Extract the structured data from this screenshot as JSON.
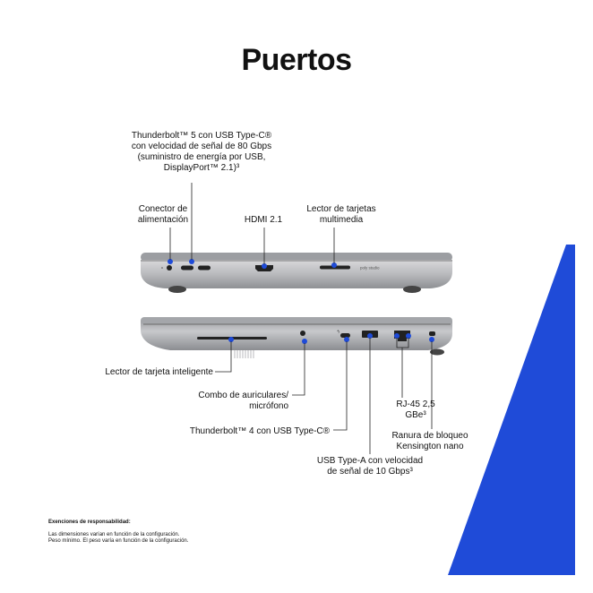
{
  "page": {
    "title": "Puertos",
    "accent_color": "#1f4bd8",
    "dot_color": "#1f4bd8"
  },
  "top_view": {
    "labels": {
      "tb5": [
        "Thunderbolt™ 5 con USB Type-C®",
        "con velocidad de señal de 80 Gbps",
        "(suministro de energía por USB,",
        "DisplayPort™ 2.1)³"
      ],
      "power": [
        "Conector de",
        "alimentación"
      ],
      "hdmi": [
        "HDMI 2.1"
      ],
      "card_reader": [
        "Lector de tarjetas",
        "multimedia"
      ]
    },
    "brand_text": "poly studio"
  },
  "bottom_view": {
    "labels": {
      "smart_card": "Lector de tarjeta inteligente",
      "audio": [
        "Combo de auriculares/",
        "micrófono"
      ],
      "tb4": "Thunderbolt™ 4 con USB Type-C®",
      "usba": [
        "USB Type-A con velocidad",
        "de señal de 10 Gbps³"
      ],
      "rj45": [
        "RJ-45 2,5",
        "GBe³"
      ],
      "kensington": [
        "Ranura de bloqueo",
        "Kensington nano"
      ]
    }
  },
  "disclaimer": {
    "heading": "Exenciones de responsabilidad:",
    "lines": [
      "Las dimensiones varían en función de la configuración.",
      "Peso mínimo. El peso varía en función de la configuración."
    ]
  }
}
